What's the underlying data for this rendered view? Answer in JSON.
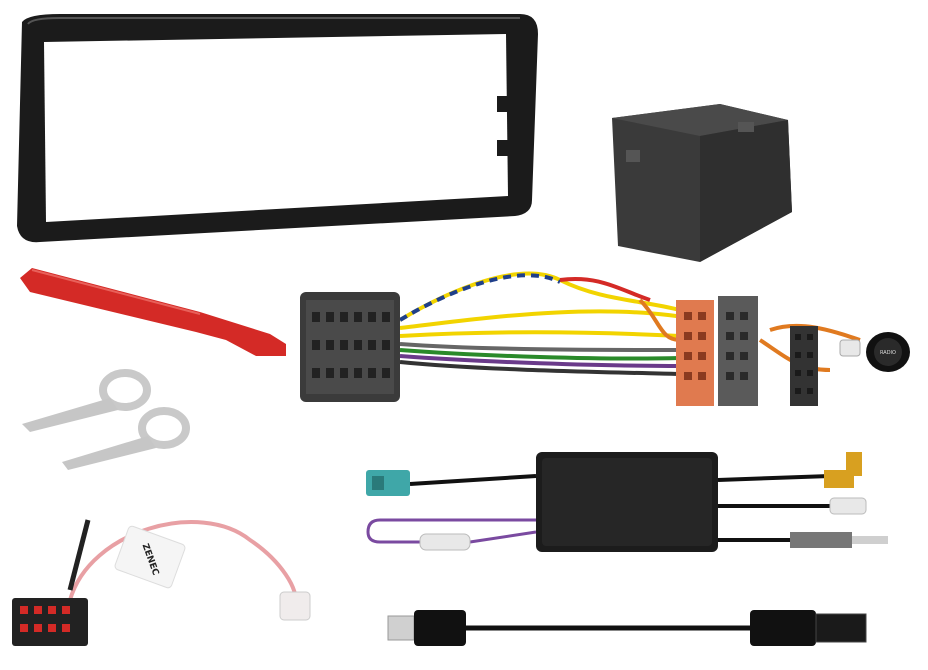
{
  "scene": {
    "background": "#ffffff",
    "components": [
      {
        "name": "mounting-frame",
        "color": "#1a1a1a"
      },
      {
        "name": "interface-box",
        "color": "#3a3a3a"
      },
      {
        "name": "red-removal-tool",
        "color": "#d42a26"
      },
      {
        "name": "release-keys",
        "count": 2,
        "color": "#c9c9c9"
      },
      {
        "name": "iso-wiring-harness",
        "connector_colors": [
          "#3b3b3b",
          "#e07a4f",
          "#5a5a5a",
          "#333333"
        ]
      },
      {
        "name": "rocker-switch",
        "color": "#111111"
      },
      {
        "name": "antenna-adapter",
        "connector_colors": [
          "#3fa7a8",
          "#d8a020",
          "#7a4aa0"
        ]
      },
      {
        "name": "pink-cable",
        "color": "#e8a0a4"
      },
      {
        "name": "usb-cable",
        "color": "#111111"
      }
    ]
  },
  "labels": {
    "cable_tag": "ZENEC",
    "switch_text": "RADIO"
  }
}
